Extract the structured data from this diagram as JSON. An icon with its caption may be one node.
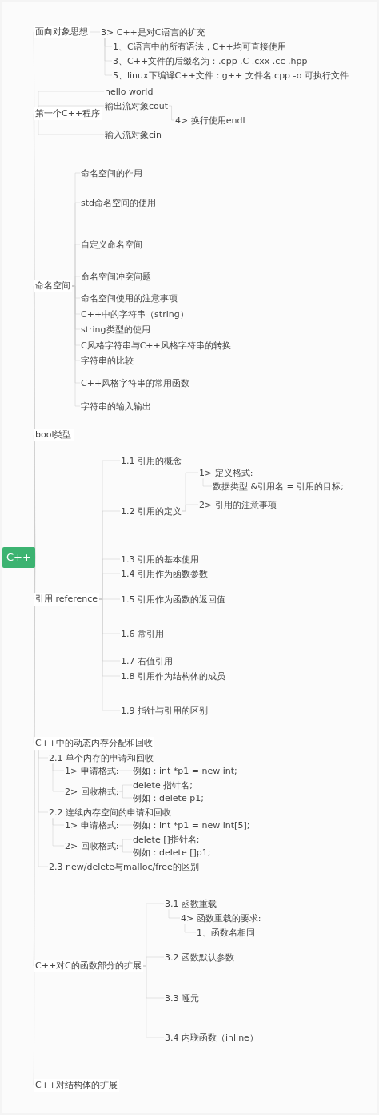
{
  "diagram": {
    "nodes": [
      {
        "text": [
          "C++"
        ]
      },
      {
        "text": [
          "面向对象思想"
        ]
      },
      {
        "text": [
          "3> C++是对C语言的扩充"
        ]
      },
      {
        "text": [
          "1、C语言中的所有语法，C++均可直接使用"
        ]
      },
      {
        "text": [
          "3、C++文件的后缀名为：.cpp .C .cxx .cc .hpp"
        ]
      },
      {
        "text": [
          "5、linux下编译C++文件：g++ 文件名.cpp -o 可执行文件"
        ]
      },
      {
        "text": [
          "第一个C++程序"
        ]
      },
      {
        "text": [
          "hello world"
        ]
      },
      {
        "text": [
          "输出流对象cout"
        ]
      },
      {
        "text": [
          "4> 换行使用endl"
        ]
      },
      {
        "text": [
          "输入流对象cin"
        ]
      },
      {
        "text": [
          "命名空间"
        ]
      },
      {
        "text": [
          "命名空间的作用"
        ]
      },
      {
        "text": [
          "std命名空间的使用"
        ]
      },
      {
        "text": [
          "自定义命名空间"
        ]
      },
      {
        "text": [
          "命名空间冲突问题"
        ]
      },
      {
        "text": [
          "命名空间使用的注意事项"
        ]
      },
      {
        "text": [
          "C++中的字符串（string）"
        ]
      },
      {
        "text": [
          "string类型的使用"
        ]
      },
      {
        "text": [
          "C风格字符串与C++风格字符串的转换"
        ]
      },
      {
        "text": [
          "字符串的比较"
        ]
      },
      {
        "text": [
          "C++风格字符串的常用函数"
        ]
      },
      {
        "text": [
          "字符串的输入输出"
        ]
      },
      {
        "text": [
          "bool类型"
        ]
      },
      {
        "text": [
          "引用 reference"
        ]
      },
      {
        "text": [
          "1.1 引用的概念"
        ]
      },
      {
        "text": [
          "1.2 引用的定义"
        ]
      },
      {
        "text": [
          "1> 定义格式:"
        ]
      },
      {
        "text": [
          "数据类型 &引用名 = 引用的目标;"
        ]
      },
      {
        "text": [
          "2> 引用的注意事项"
        ]
      },
      {
        "text": [
          "1.3 引用的基本使用"
        ]
      },
      {
        "text": [
          "1.4 引用作为函数参数"
        ]
      },
      {
        "text": [
          "1.5 引用作为函数的返回值"
        ]
      },
      {
        "text": [
          "1.6 常引用"
        ]
      },
      {
        "text": [
          "1.7 右值引用"
        ]
      },
      {
        "text": [
          "1.8 引用作为结构体的成员"
        ]
      },
      {
        "text": [
          "1.9 指针与引用的区别"
        ]
      },
      {
        "text": [
          "C++中的动态内存分配和回收"
        ]
      },
      {
        "text": [
          "2.1 单个内存的申请和回收"
        ]
      },
      {
        "text": [
          "1> 申请格式:"
        ]
      },
      {
        "text": [
          "例如：int *p1 = new int;"
        ]
      },
      {
        "text": [
          "2> 回收格式:"
        ]
      },
      {
        "text": [
          "delete 指针名;"
        ]
      },
      {
        "text": [
          "例如：delete p1;"
        ]
      },
      {
        "text": [
          "2.2 连续内存空间的申请和回收"
        ]
      },
      {
        "text": [
          "1> 申请格式:"
        ]
      },
      {
        "text": [
          "例如：int *p1 = new int[5];"
        ]
      },
      {
        "text": [
          "2> 回收格式:"
        ]
      },
      {
        "text": [
          "delete []指针名;"
        ]
      },
      {
        "text": [
          "例如：delete []p1;"
        ]
      },
      {
        "text": [
          "2.3 new/delete与malloc/free的区别"
        ]
      },
      {
        "text": [
          "C++对C的函数部分的扩展"
        ]
      },
      {
        "text": [
          "3.1 函数重载"
        ]
      },
      {
        "text": [
          "4> 函数重载的要求:"
        ]
      },
      {
        "text": [
          "1、函数名相同"
        ]
      },
      {
        "text": [
          "3.2 函数默认参数"
        ]
      },
      {
        "text": [
          "3.3 哑元"
        ]
      },
      {
        "text": [
          "3.4 内联函数（inline）"
        ]
      },
      {
        "text": [
          "C++对结构体的扩展"
        ]
      }
    ],
    "edges": [
      {
        "from": 0,
        "to": 1,
        "arrow": "none"
      },
      {
        "from": 1,
        "to": 2,
        "arrow": "none"
      },
      {
        "from": 2,
        "to": 3,
        "arrow": "none"
      },
      {
        "from": 2,
        "to": 4,
        "arrow": "none"
      },
      {
        "from": 2,
        "to": 5,
        "arrow": "none"
      },
      {
        "from": 0,
        "to": 6,
        "arrow": "none"
      },
      {
        "from": 6,
        "to": 7,
        "arrow": "none"
      },
      {
        "from": 6,
        "to": 8,
        "arrow": "none"
      },
      {
        "from": 8,
        "to": 9,
        "arrow": "none"
      },
      {
        "from": 6,
        "to": 10,
        "arrow": "none"
      },
      {
        "from": 0,
        "to": 11,
        "arrow": "none"
      },
      {
        "from": 11,
        "to": 12,
        "arrow": "none"
      },
      {
        "from": 11,
        "to": 13,
        "arrow": "none"
      },
      {
        "from": 11,
        "to": 14,
        "arrow": "none"
      },
      {
        "from": 11,
        "to": 15,
        "arrow": "none"
      },
      {
        "from": 11,
        "to": 16,
        "arrow": "none"
      },
      {
        "from": 11,
        "to": 17,
        "arrow": "none"
      },
      {
        "from": 11,
        "to": 18,
        "arrow": "none"
      },
      {
        "from": 11,
        "to": 19,
        "arrow": "none"
      },
      {
        "from": 11,
        "to": 20,
        "arrow": "none"
      },
      {
        "from": 11,
        "to": 21,
        "arrow": "none"
      },
      {
        "from": 11,
        "to": 22,
        "arrow": "none"
      },
      {
        "from": 0,
        "to": 23,
        "arrow": "none"
      },
      {
        "from": 0,
        "to": 24,
        "arrow": "none"
      },
      {
        "from": 24,
        "to": 25,
        "arrow": "none"
      },
      {
        "from": 24,
        "to": 26,
        "arrow": "none"
      },
      {
        "from": 26,
        "to": 27,
        "arrow": "none"
      },
      {
        "from": 27,
        "to": 28,
        "arrow": "none"
      },
      {
        "from": 26,
        "to": 29,
        "arrow": "none"
      },
      {
        "from": 24,
        "to": 30,
        "arrow": "none"
      },
      {
        "from": 24,
        "to": 31,
        "arrow": "none"
      },
      {
        "from": 24,
        "to": 32,
        "arrow": "none"
      },
      {
        "from": 24,
        "to": 33,
        "arrow": "none"
      },
      {
        "from": 24,
        "to": 34,
        "arrow": "none"
      },
      {
        "from": 24,
        "to": 35,
        "arrow": "none"
      },
      {
        "from": 24,
        "to": 36,
        "arrow": "none"
      },
      {
        "from": 0,
        "to": 37,
        "arrow": "none"
      },
      {
        "from": 37,
        "to": 38,
        "arrow": "none"
      },
      {
        "from": 38,
        "to": 39,
        "arrow": "none"
      },
      {
        "from": 39,
        "to": 40,
        "arrow": "none"
      },
      {
        "from": 38,
        "to": 41,
        "arrow": "none"
      },
      {
        "from": 41,
        "to": 42,
        "arrow": "none"
      },
      {
        "from": 41,
        "to": 43,
        "arrow": "none"
      },
      {
        "from": 37,
        "to": 44,
        "arrow": "none"
      },
      {
        "from": 44,
        "to": 45,
        "arrow": "none"
      },
      {
        "from": 45,
        "to": 46,
        "arrow": "none"
      },
      {
        "from": 44,
        "to": 47,
        "arrow": "none"
      },
      {
        "from": 47,
        "to": 48,
        "arrow": "none"
      },
      {
        "from": 47,
        "to": 49,
        "arrow": "none"
      },
      {
        "from": 37,
        "to": 50,
        "arrow": "none"
      },
      {
        "from": 0,
        "to": 51,
        "arrow": "none"
      },
      {
        "from": 51,
        "to": 52,
        "arrow": "none"
      },
      {
        "from": 52,
        "to": 53,
        "arrow": "none"
      },
      {
        "from": 53,
        "to": 54,
        "arrow": "none"
      },
      {
        "from": 51,
        "to": 55,
        "arrow": "none"
      },
      {
        "from": 51,
        "to": 56,
        "arrow": "none"
      },
      {
        "from": 51,
        "to": 57,
        "arrow": "none"
      },
      {
        "from": 0,
        "to": 58,
        "arrow": "none"
      }
    ]
  }
}
